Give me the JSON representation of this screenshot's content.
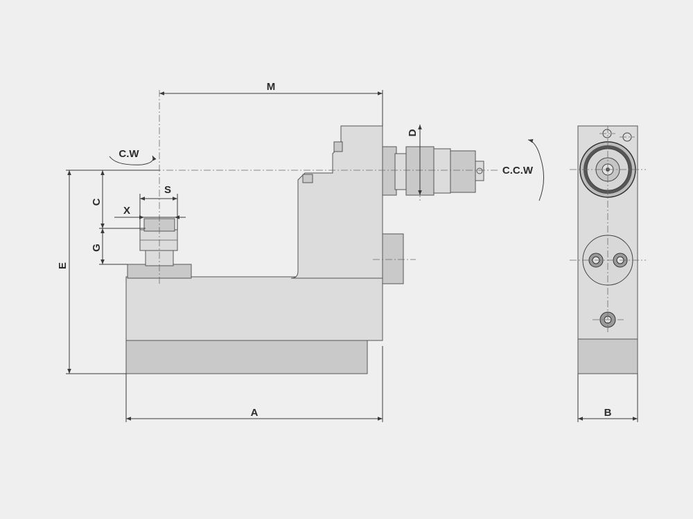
{
  "drawing": {
    "labels": {
      "M": "M",
      "A": "A",
      "B": "B",
      "E": "E",
      "C": "C",
      "G": "G",
      "S": "S",
      "X": "X",
      "D": "D",
      "cw": "C.W",
      "ccw": "C.C.W"
    },
    "colors": {
      "background": "#efeff0",
      "body": "#dcdcdc",
      "body_shadow": "#c9c9c9",
      "outline": "#555555",
      "dimension": "#3a3a3a"
    }
  }
}
